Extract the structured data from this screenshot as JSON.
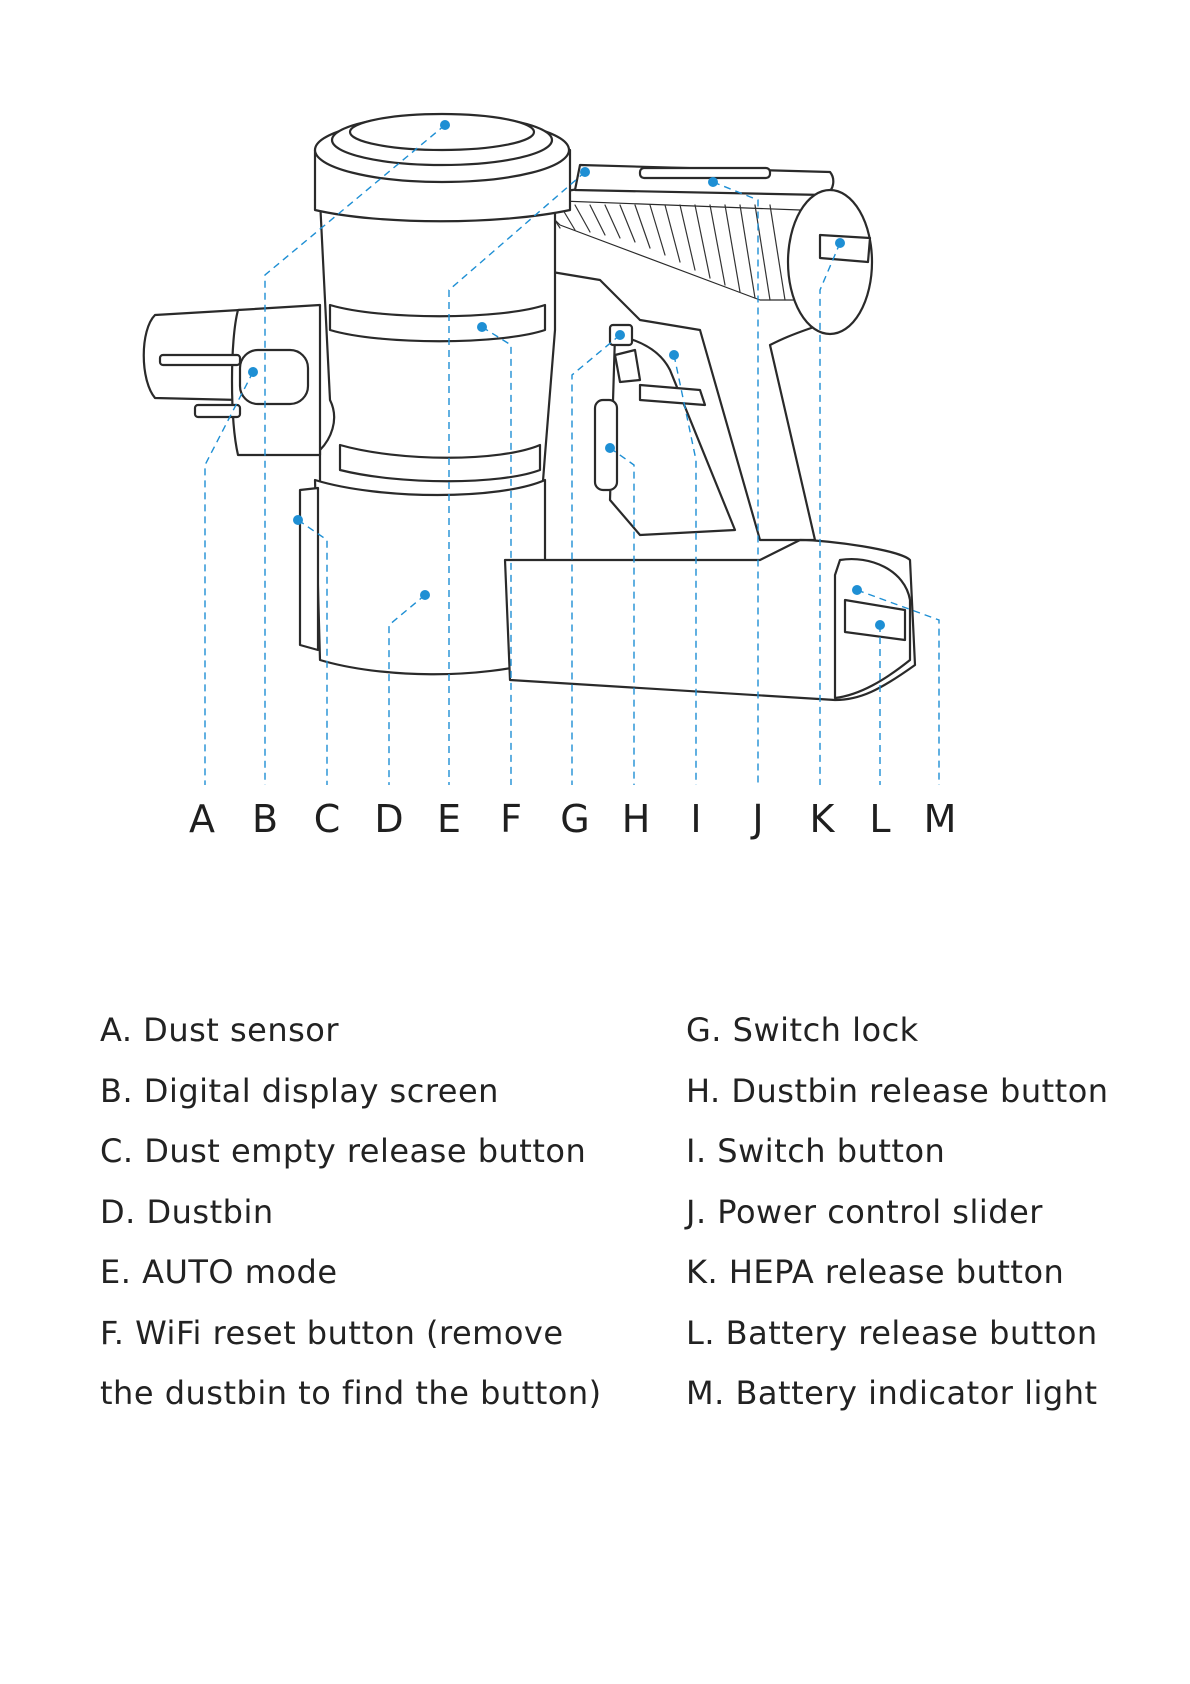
{
  "callouts": [
    {
      "letter": "A",
      "label": "A. Dust sensor"
    },
    {
      "letter": "B",
      "label": "B. Digital display screen"
    },
    {
      "letter": "C",
      "label": "C. Dust empty release button"
    },
    {
      "letter": "D",
      "label": "D. Dustbin"
    },
    {
      "letter": "E",
      "label": "E. AUTO mode"
    },
    {
      "letter": "F",
      "label": "F. WiFi reset button (remove",
      "label_cont": "the dustbin to find the button)"
    },
    {
      "letter": "G",
      "label": "G. Switch lock"
    },
    {
      "letter": "H",
      "label": "H. Dustbin release button"
    },
    {
      "letter": "I",
      "label": "I. Switch button"
    },
    {
      "letter": "J",
      "label": "J. Power control slider"
    },
    {
      "letter": "K",
      "label": "K. HEPA release button"
    },
    {
      "letter": "L",
      "label": "L. Battery release button"
    },
    {
      "letter": "M",
      "label": "M. Battery indicator light"
    }
  ],
  "colors": {
    "leader": "#1e8fd4",
    "outline": "#2a2a2a"
  }
}
